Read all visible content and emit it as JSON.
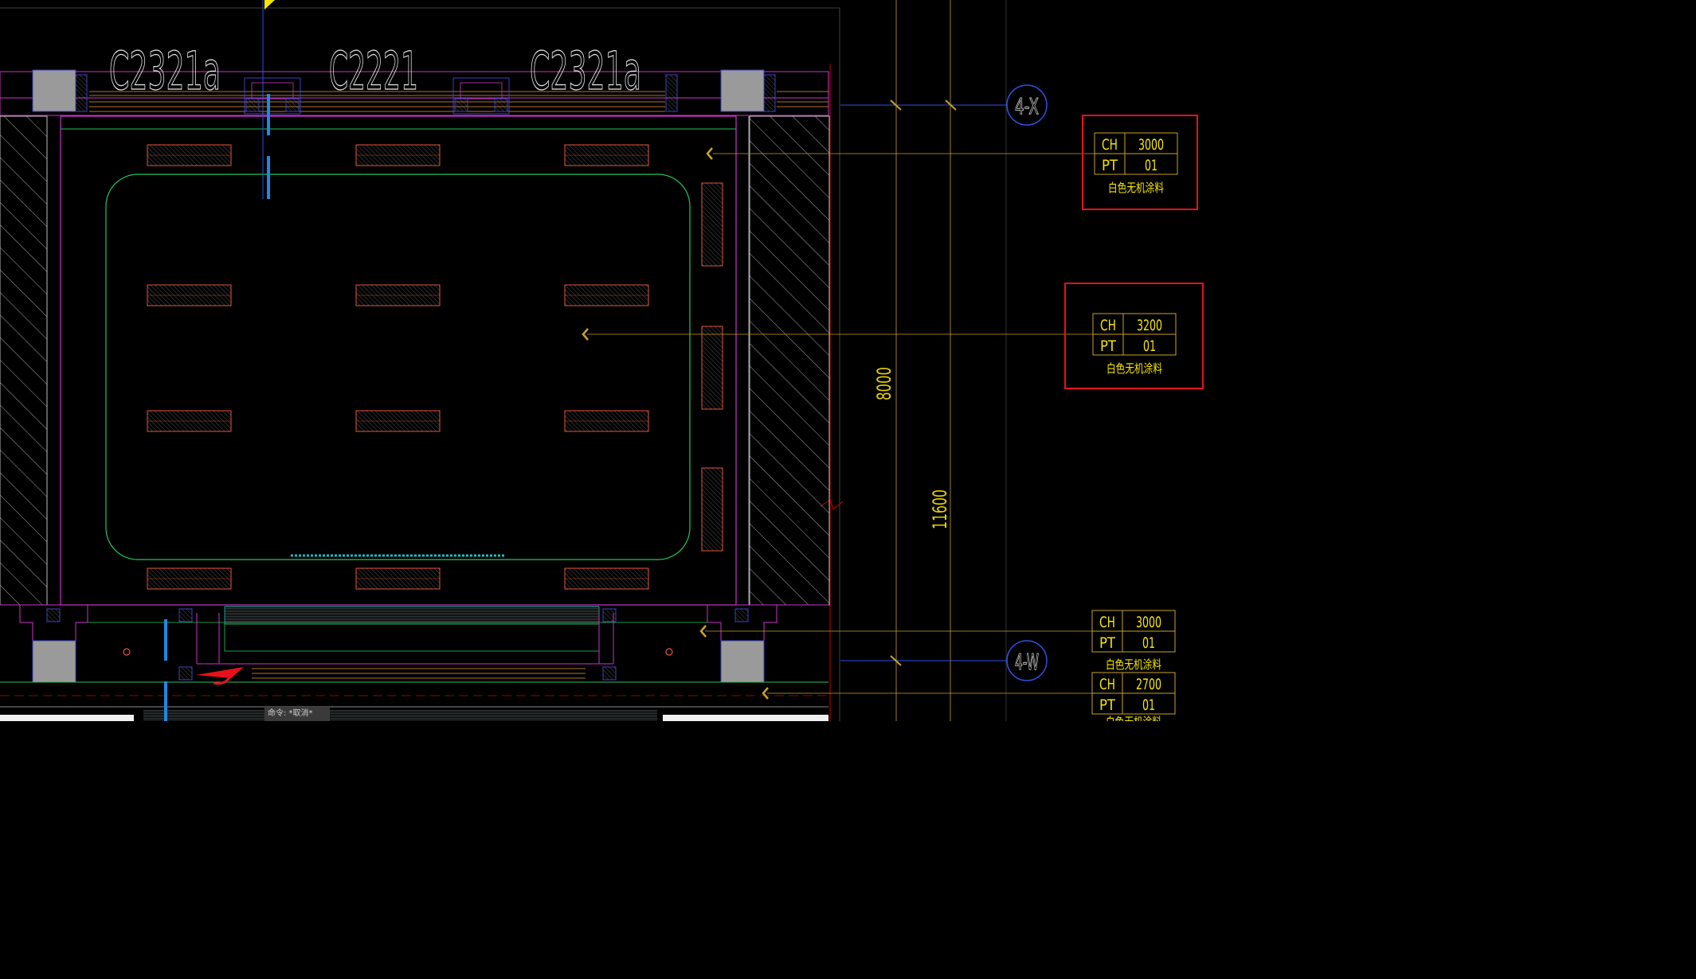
{
  "window_labels": [
    "C2321a",
    "C2221",
    "C2321a"
  ],
  "axis_markers": [
    "4-X",
    "4-W"
  ],
  "dimensions": [
    "8000",
    "11600"
  ],
  "tags": [
    {
      "ch_label": "CH",
      "ch_value": "3000",
      "pt_label": "PT",
      "pt_value": "01",
      "note": "白色无机涂料"
    },
    {
      "ch_label": "CH",
      "ch_value": "3200",
      "pt_label": "PT",
      "pt_value": "01",
      "note": "白色无机涂料"
    },
    {
      "ch_label": "CH",
      "ch_value": "3000",
      "pt_label": "PT",
      "pt_value": "01",
      "note": "白色无机涂料"
    },
    {
      "ch_label": "CH",
      "ch_value": "2700",
      "pt_label": "PT",
      "pt_value": "01",
      "note": "白色无机涂料"
    }
  ],
  "command_line": "命令: *取消*",
  "colors": {
    "background": "#000000",
    "wall_magenta": "#cc33cc",
    "ceiling_green": "#22c55e",
    "light_fixture_red": "#e8553a",
    "leader_gold": "#c9a227",
    "tag_yellow": "#f5e500",
    "highlight_red": "#e8101a",
    "axis_blue": "#3050e0",
    "dimension_yellow": "#e8d400",
    "column_gray": "#9a9a9a",
    "blue_marker": "#1e88e5"
  }
}
